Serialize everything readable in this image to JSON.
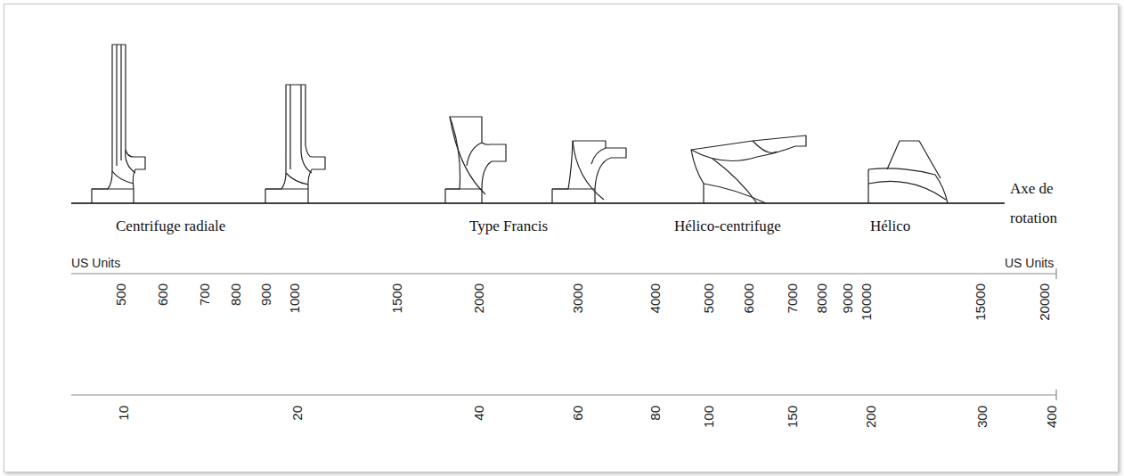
{
  "diagram": {
    "labels": [
      "Centrifuge radiale",
      "Type Francis",
      "Hélico-centrifuge",
      "Hélico",
      "Axe de rotation",
      "US Units",
      "US Units",
      "500",
      "600",
      "700",
      "800",
      "900",
      "1000",
      "1500",
      "2000",
      "3000",
      "4000",
      "5000",
      "6000",
      "7000",
      "8000",
      "9000",
      "10000",
      "15000",
      "20000",
      "10",
      "20",
      "40",
      "60",
      "80",
      "100",
      "150",
      "200",
      "300",
      "400"
    ]
  }
}
